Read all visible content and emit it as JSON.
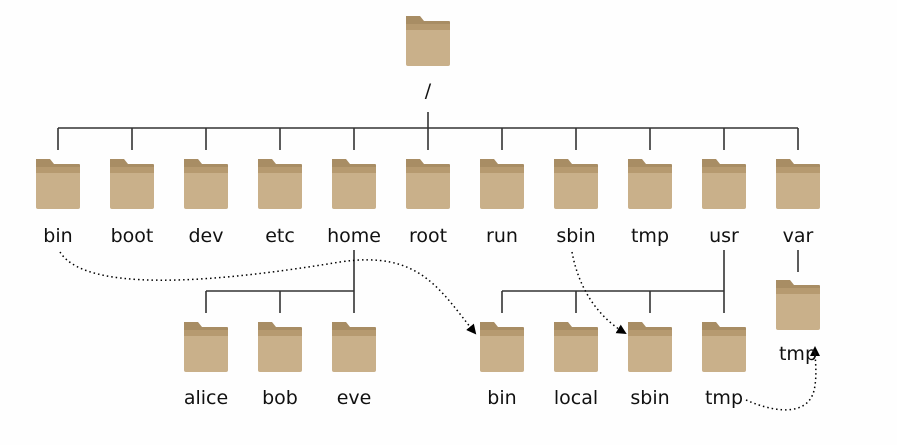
{
  "root": {
    "label": "/"
  },
  "level1": [
    {
      "id": "bin",
      "label": "bin"
    },
    {
      "id": "boot",
      "label": "boot"
    },
    {
      "id": "dev",
      "label": "dev"
    },
    {
      "id": "etc",
      "label": "etc"
    },
    {
      "id": "home",
      "label": "home"
    },
    {
      "id": "root",
      "label": "root"
    },
    {
      "id": "run",
      "label": "run"
    },
    {
      "id": "sbin",
      "label": "sbin"
    },
    {
      "id": "tmp",
      "label": "tmp"
    },
    {
      "id": "usr",
      "label": "usr"
    },
    {
      "id": "var",
      "label": "var"
    }
  ],
  "home_children": [
    {
      "id": "alice",
      "label": "alice"
    },
    {
      "id": "bob",
      "label": "bob"
    },
    {
      "id": "eve",
      "label": "eve"
    }
  ],
  "usr_children": [
    {
      "id": "usr-bin",
      "label": "bin"
    },
    {
      "id": "usr-local",
      "label": "local"
    },
    {
      "id": "usr-sbin",
      "label": "sbin"
    },
    {
      "id": "usr-tmp",
      "label": "tmp"
    }
  ],
  "var_children": [
    {
      "id": "var-tmp",
      "label": "tmp"
    }
  ],
  "links": [
    {
      "from": "bin",
      "to": "usr-bin"
    },
    {
      "from": "sbin",
      "to": "usr-sbin"
    },
    {
      "from": "usr-tmp",
      "to": "var-tmp"
    }
  ],
  "colors": {
    "folder_body": "#c9b08a",
    "folder_tab": "#b69a70",
    "folder_shade": "#a88d64",
    "line": "#333333"
  }
}
